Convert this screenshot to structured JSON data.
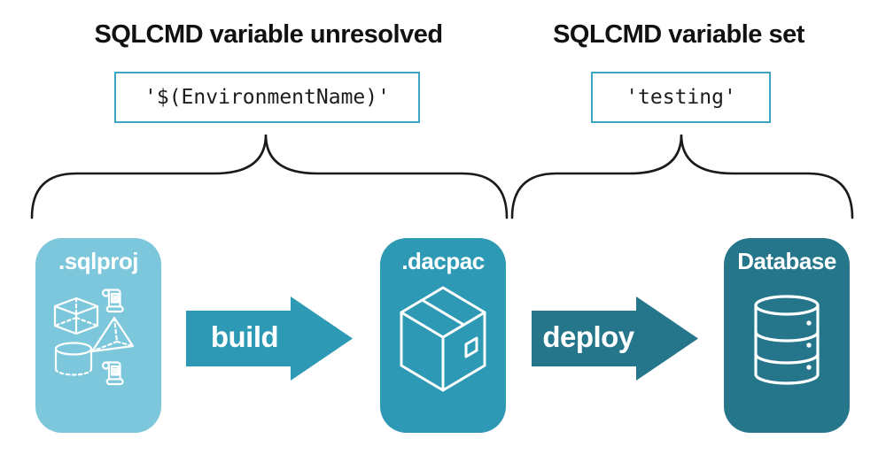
{
  "annotations": {
    "left": {
      "title": "SQLCMD variable unresolved",
      "code": "'$(EnvironmentName)'"
    },
    "right": {
      "title": "SQLCMD variable set",
      "code": "'testing'"
    }
  },
  "pipeline": {
    "nodes": [
      {
        "label": ".sqlproj",
        "color": "#7CC7DB",
        "icon": "sql-objects-icon"
      },
      {
        "label": ".dacpac",
        "color": "#2E99B4",
        "icon": "package-box-icon"
      },
      {
        "label": "Database",
        "color": "#26768B",
        "icon": "database-cylinder-icon"
      }
    ],
    "arrows": [
      {
        "label": "build",
        "color": "#2E99B4"
      },
      {
        "label": "deploy",
        "color": "#26768B"
      }
    ]
  },
  "colors": {
    "background": "#FFFFFF",
    "heading_text": "#111111",
    "code_text": "#1C1C1C",
    "code_border": "#3DA6C4",
    "brace": "#1A1A1A",
    "icon_stroke": "#FFFFFF",
    "node_label_text": "#FFFFFF"
  }
}
